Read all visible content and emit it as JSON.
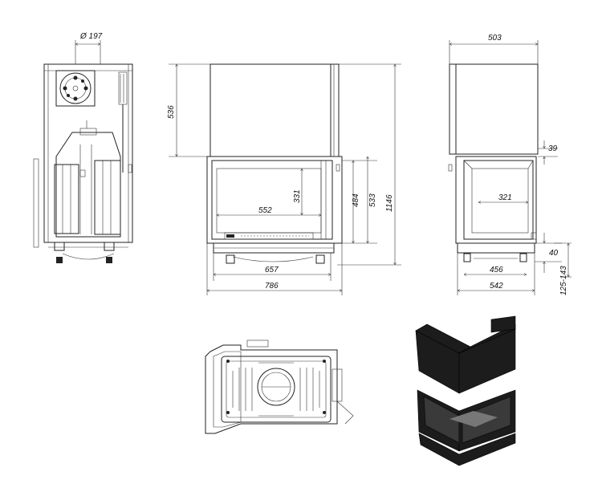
{
  "drawing": {
    "side_view": {
      "flue_diameter": "Ø 197"
    },
    "front_view": {
      "upper_height": "536",
      "glass_width": "552",
      "glass_height": "331",
      "door_height": "484",
      "opening_height": "533",
      "total_height": "1146",
      "base_width": "657",
      "total_width": "786"
    },
    "right_view": {
      "depth": "503",
      "top_offset": "39",
      "glass_width": "321",
      "leg_height": "40",
      "base_width": "456",
      "total_width": "542",
      "adjustable_height": "125-143"
    },
    "top_view": {},
    "render_3d": {
      "body_color": "#1c1c1c",
      "glass_color": "#3a3a3a"
    }
  }
}
